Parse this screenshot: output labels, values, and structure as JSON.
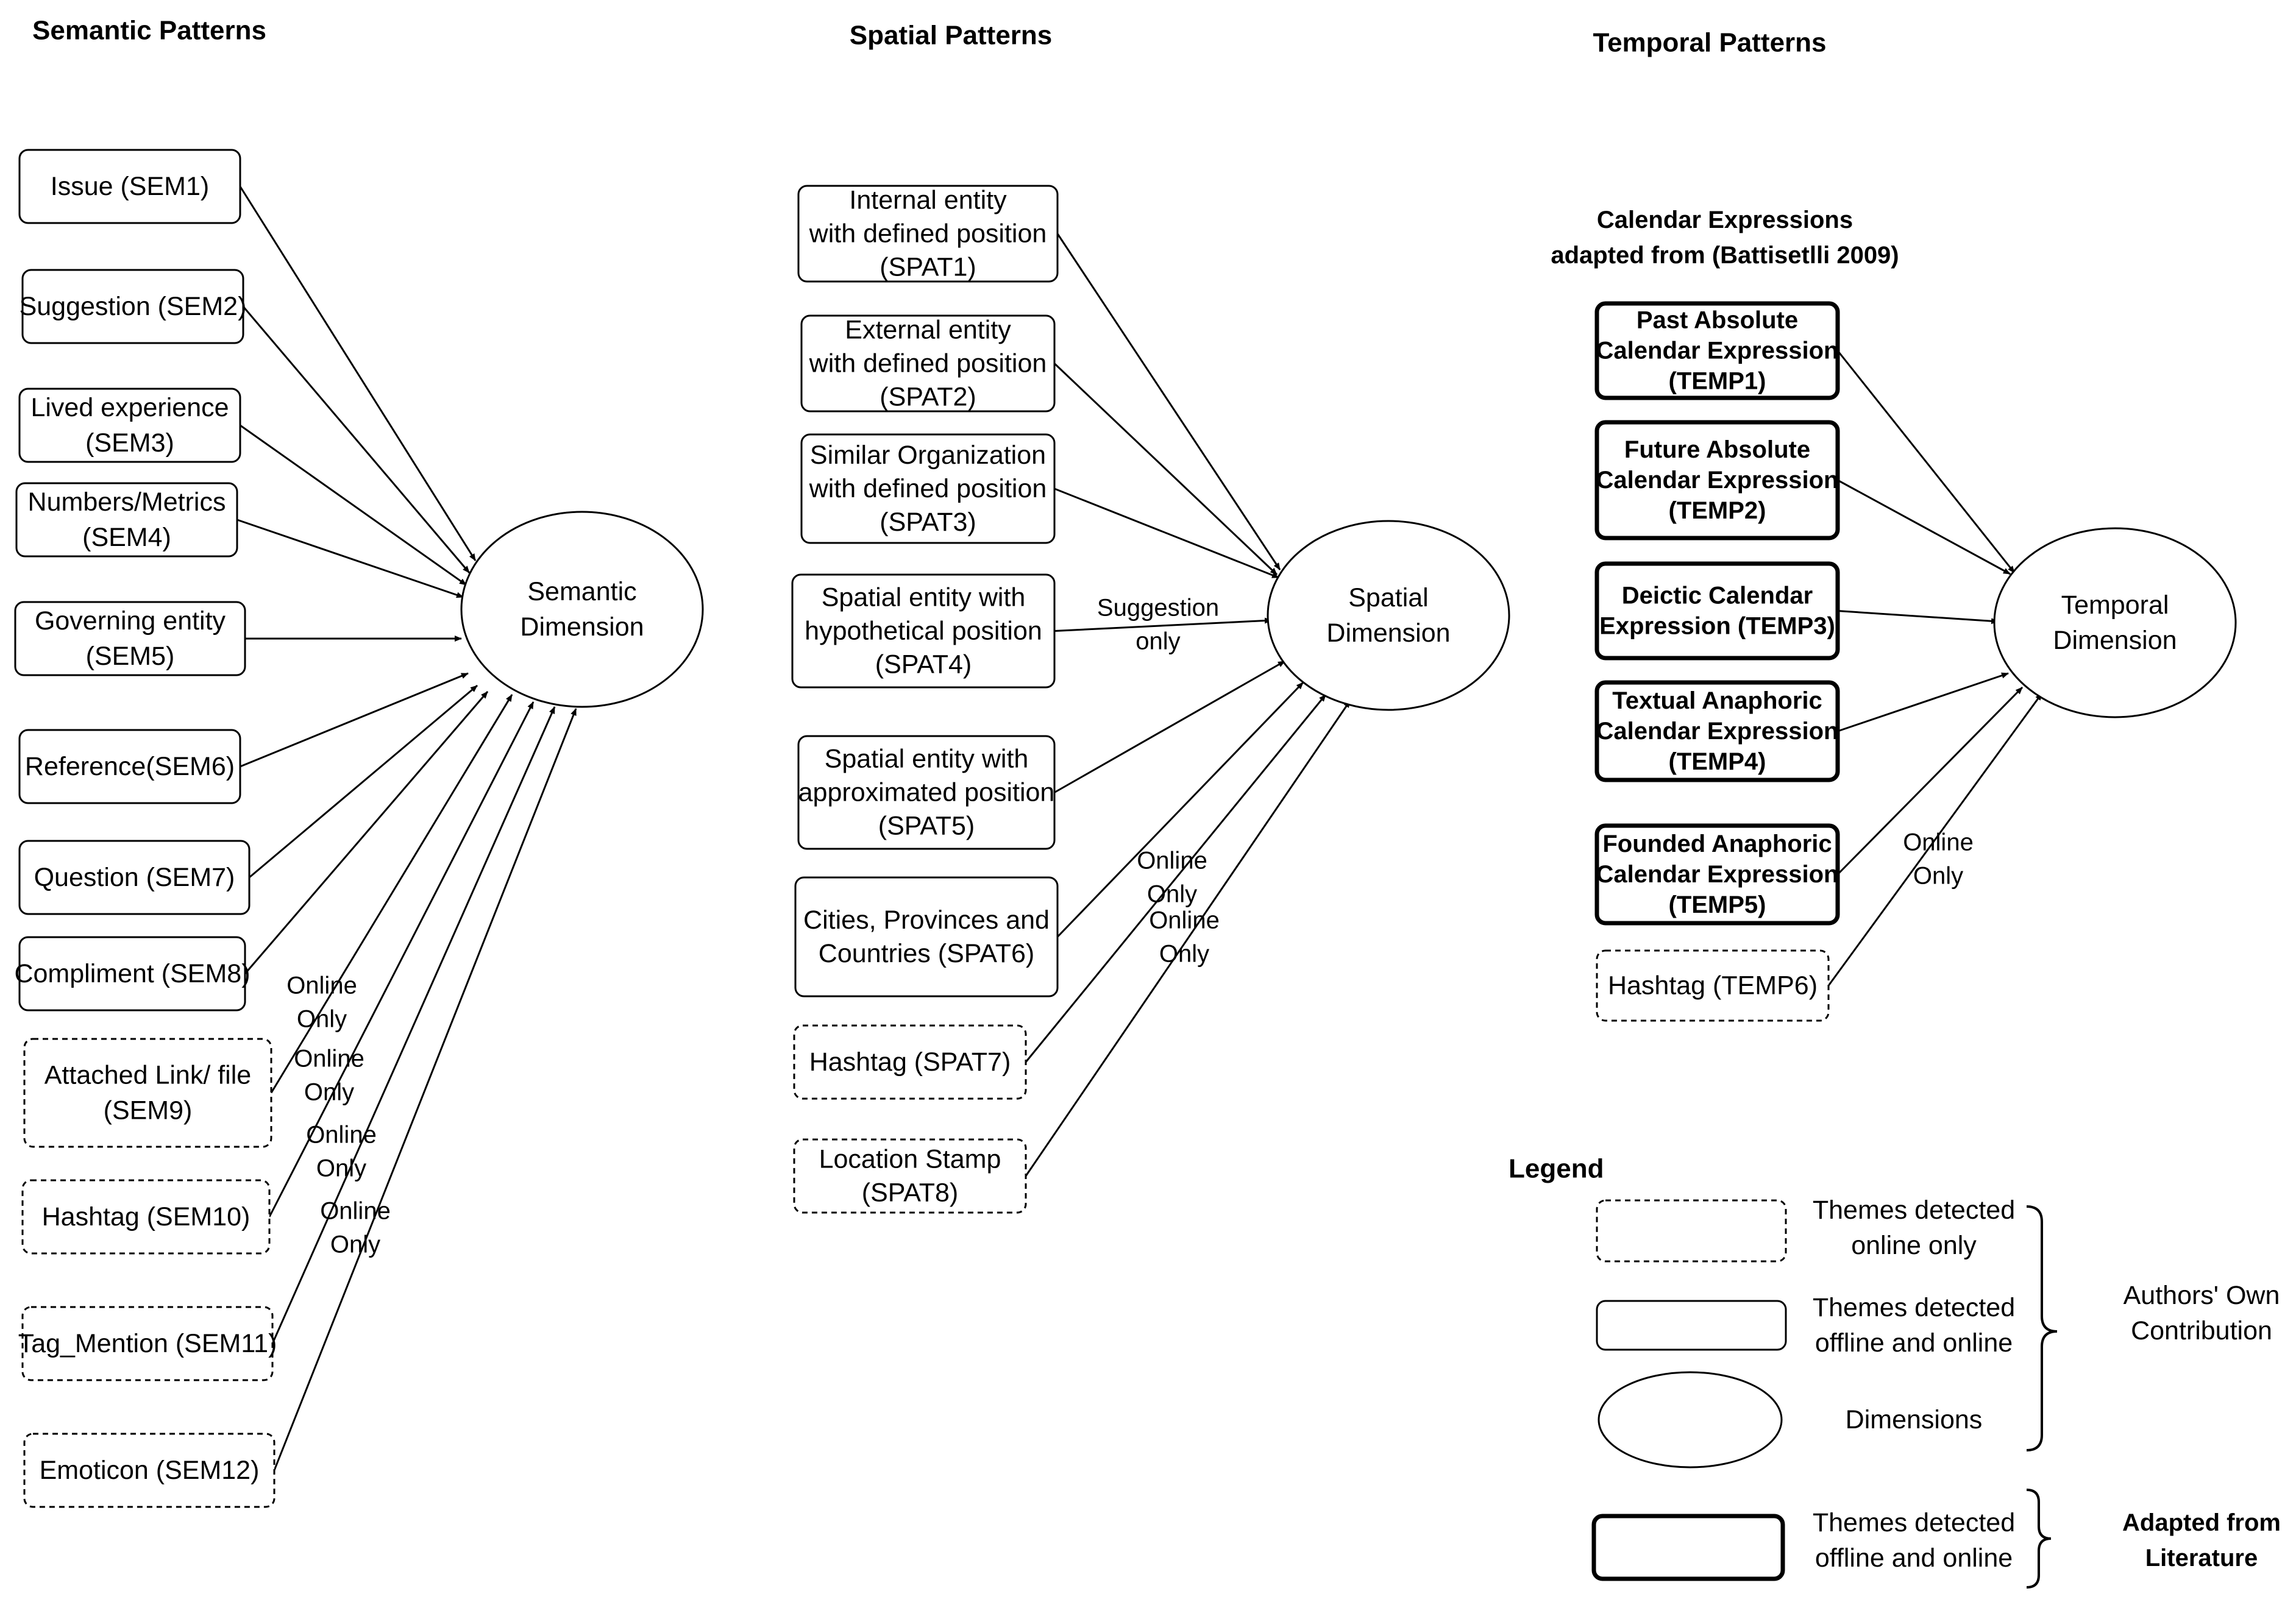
{
  "headers": {
    "semantic": "Semantic Patterns",
    "spatial": "Spatial Patterns",
    "temporal": "Temporal Patterns"
  },
  "calendar_note": [
    "Calendar Expressions",
    "adapted from (Battisetlli 2009)"
  ],
  "dimensions": {
    "semantic": [
      "Semantic",
      "Dimension"
    ],
    "spatial": [
      "Spatial",
      "Dimension"
    ],
    "temporal": [
      "Temporal",
      "Dimension"
    ]
  },
  "semantic_nodes": [
    {
      "id": "sem1",
      "lines": [
        "Issue (SEM1)"
      ],
      "style": "solid"
    },
    {
      "id": "sem2",
      "lines": [
        "Suggestion (SEM2)"
      ],
      "style": "solid"
    },
    {
      "id": "sem3",
      "lines": [
        "Lived experience",
        "(SEM3)"
      ],
      "style": "solid"
    },
    {
      "id": "sem4",
      "lines": [
        "Numbers/Metrics",
        "(SEM4)"
      ],
      "style": "solid"
    },
    {
      "id": "sem5",
      "lines": [
        "Governing entity",
        "(SEM5)"
      ],
      "style": "solid"
    },
    {
      "id": "sem6",
      "lines": [
        "Reference(SEM6)"
      ],
      "style": "solid"
    },
    {
      "id": "sem7",
      "lines": [
        "Question (SEM7)"
      ],
      "style": "solid"
    },
    {
      "id": "sem8",
      "lines": [
        "Compliment (SEM8)"
      ],
      "style": "solid"
    },
    {
      "id": "sem9",
      "lines": [
        "Attached Link/ file",
        "(SEM9)"
      ],
      "style": "dashed"
    },
    {
      "id": "sem10",
      "lines": [
        "Hashtag (SEM10)"
      ],
      "style": "dashed"
    },
    {
      "id": "sem11",
      "lines": [
        "Tag_Mention (SEM11)"
      ],
      "style": "dashed"
    },
    {
      "id": "sem12",
      "lines": [
        "Emoticon (SEM12)"
      ],
      "style": "dashed"
    }
  ],
  "spatial_nodes": [
    {
      "id": "spat1",
      "lines": [
        "Internal entity",
        "with defined position",
        "(SPAT1)"
      ],
      "style": "solid"
    },
    {
      "id": "spat2",
      "lines": [
        "External entity",
        "with defined position",
        "(SPAT2)"
      ],
      "style": "solid"
    },
    {
      "id": "spat3",
      "lines": [
        "Similar Organization",
        "with defined position",
        "(SPAT3)"
      ],
      "style": "solid"
    },
    {
      "id": "spat4",
      "lines": [
        "Spatial entity with",
        "hypothetical position",
        "(SPAT4)"
      ],
      "style": "solid"
    },
    {
      "id": "spat5",
      "lines": [
        "Spatial entity with",
        "approximated  position",
        "(SPAT5)"
      ],
      "style": "solid"
    },
    {
      "id": "spat6",
      "lines": [
        "Cities, Provinces and",
        "Countries (SPAT6)"
      ],
      "style": "solid"
    },
    {
      "id": "spat7",
      "lines": [
        "Hashtag (SPAT7)"
      ],
      "style": "dashed"
    },
    {
      "id": "spat8",
      "lines": [
        "Location Stamp",
        "(SPAT8)"
      ],
      "style": "dashed"
    }
  ],
  "temporal_nodes": [
    {
      "id": "temp1",
      "lines": [
        "Past Absolute",
        "Calendar Expression",
        "(TEMP1)"
      ],
      "style": "thick"
    },
    {
      "id": "temp2",
      "lines": [
        "Future Absolute",
        "Calendar Expression",
        "(TEMP2)"
      ],
      "style": "thick"
    },
    {
      "id": "temp3",
      "lines": [
        "Deictic Calendar",
        "Expression (TEMP3)"
      ],
      "style": "thick"
    },
    {
      "id": "temp4",
      "lines": [
        "Textual Anaphoric",
        "Calendar Expression",
        "(TEMP4)"
      ],
      "style": "thick"
    },
    {
      "id": "temp5",
      "lines": [
        "Founded Anaphoric",
        "Calendar Expression",
        "(TEMP5)"
      ],
      "style": "thick"
    },
    {
      "id": "temp6",
      "lines": [
        "Hashtag (TEMP6)"
      ],
      "style": "dashed"
    }
  ],
  "edge_labels": {
    "online_only": [
      "Online",
      "Only"
    ],
    "suggestion_only": [
      "Suggestion",
      "only"
    ]
  },
  "legend": {
    "title": "Legend",
    "items": [
      {
        "lines": [
          "Themes detected",
          "online only"
        ],
        "shape": "dashed-box"
      },
      {
        "lines": [
          "Themes detected",
          "offline and online"
        ],
        "shape": "solid-box"
      },
      {
        "lines": [
          "Dimensions"
        ],
        "shape": "ellipse"
      },
      {
        "lines": [
          "Themes detected",
          "offline and online"
        ],
        "shape": "thick-box"
      }
    ],
    "authors_contribution": [
      "Authors' Own",
      "Contribution"
    ],
    "adapted_literature": [
      "Adapted from",
      "Literature"
    ]
  }
}
